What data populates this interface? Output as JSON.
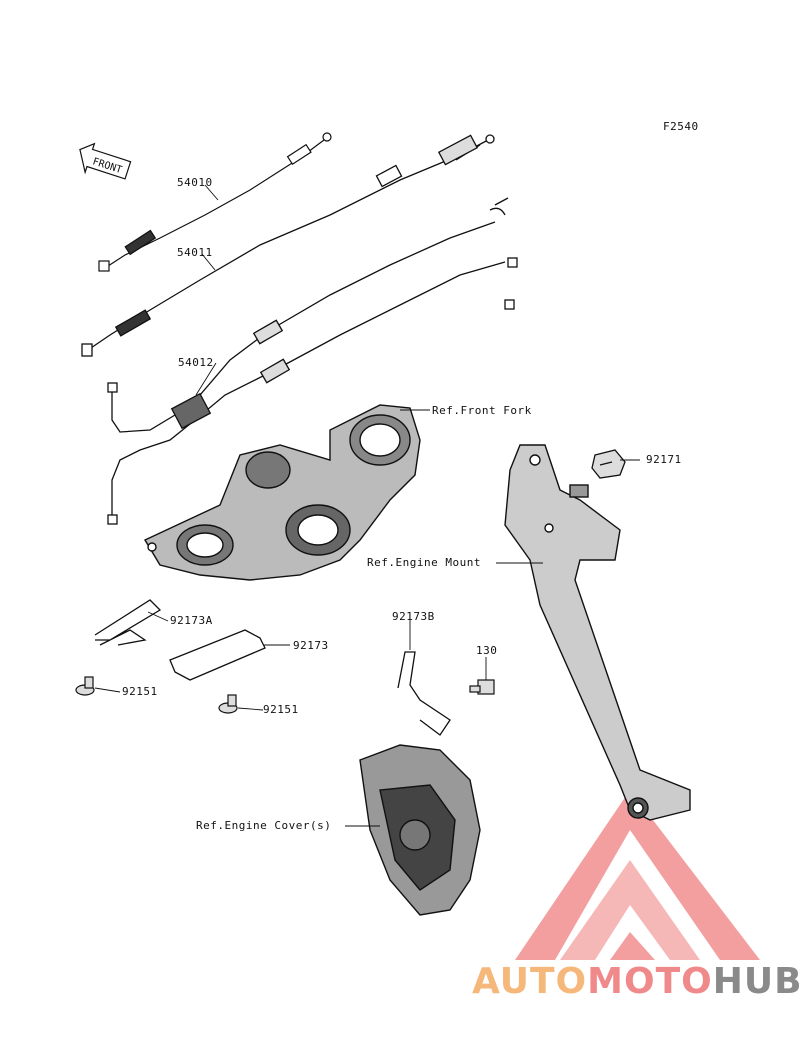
{
  "figure_code": "F2540",
  "parts": {
    "p54010": "54010",
    "p54011": "54011",
    "p54012": "54012",
    "p92171": "92171",
    "p92173A": "92173A",
    "p92173": "92173",
    "p92173B": "92173B",
    "p92151a": "92151",
    "p92151b": "92151",
    "p130": "130"
  },
  "refs": {
    "front_fork": "Ref.Front Fork",
    "engine_mount": "Ref.Engine Mount",
    "engine_cover": "Ref.Engine Cover(s)"
  },
  "front_arrow": "FRONT",
  "watermark": {
    "part1": "AUTO",
    "part2": "MOTO",
    "part3": "HUB",
    "color1": "#f5b87a",
    "color2": "#f08a8a",
    "color3": "#8a8a8a",
    "logo_color": "#f06a6a"
  }
}
